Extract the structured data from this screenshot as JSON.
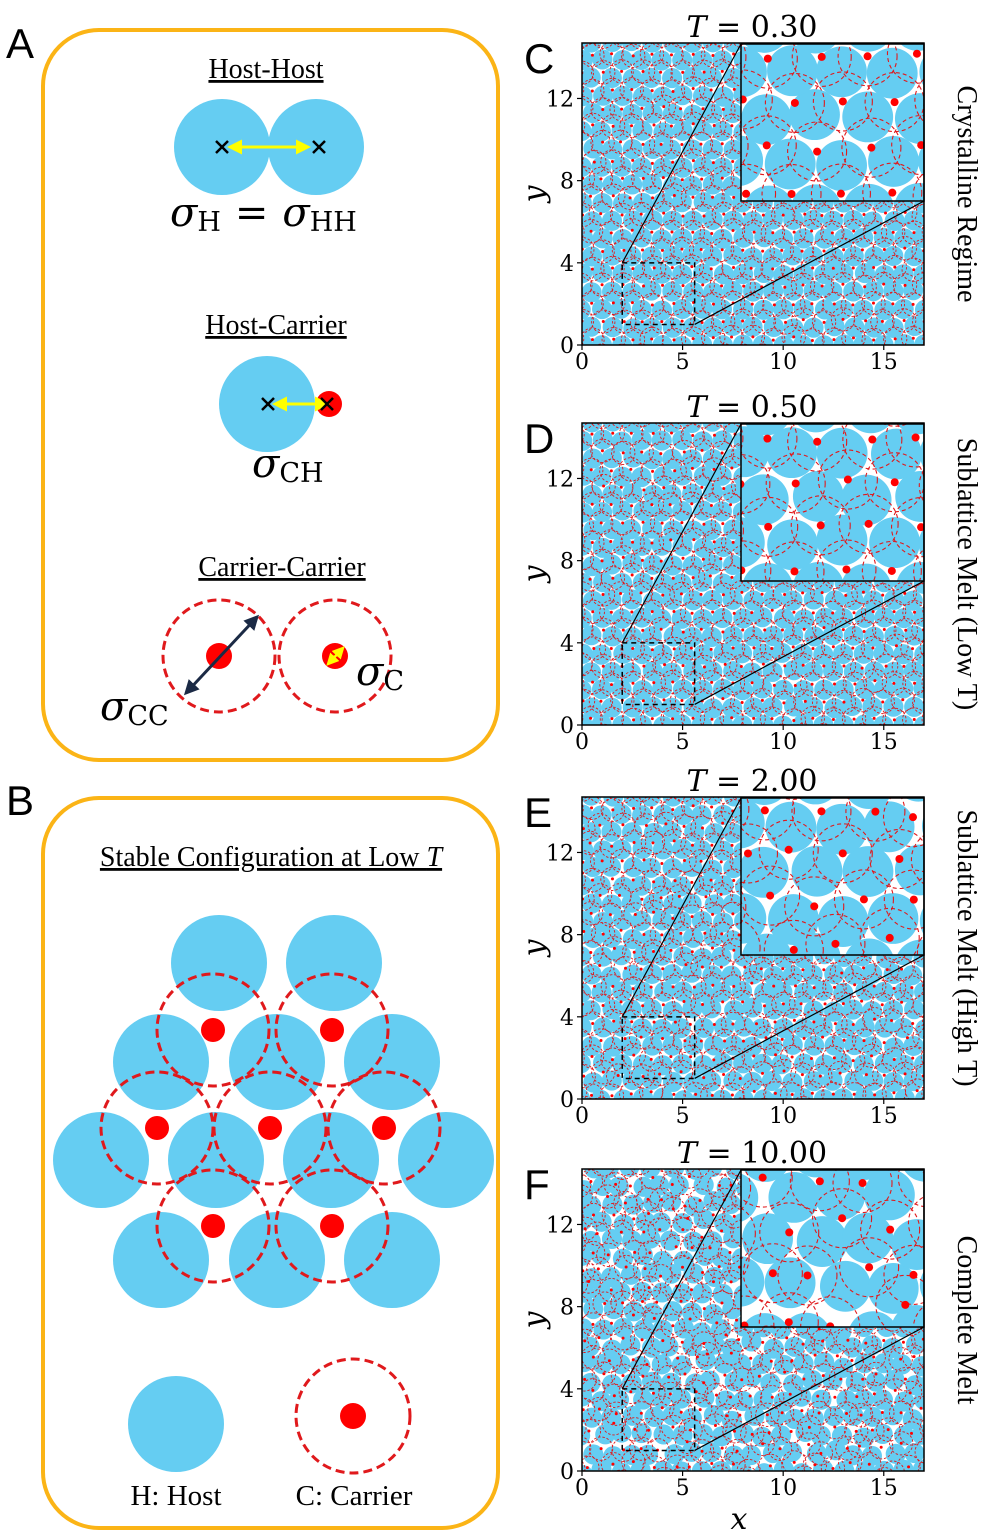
{
  "colors": {
    "host": "#65cdf2",
    "carrier": "#ff0000",
    "carrier_dashed": "#e0191c",
    "frame": "#fbb416",
    "arrow_yellow": "#ffff00",
    "arrow_dark": "#1b2a45"
  },
  "panel_a": {
    "letter": "A",
    "host_host_title": "Host-Host",
    "sigma_h": "σ",
    "sigma_h_sub": "H",
    "equals": "=",
    "sigma_hh": "σ",
    "sigma_hh_sub": "HH",
    "host_carrier_title": "Host-Carrier",
    "sigma_ch": "σ",
    "sigma_ch_sub": "CH",
    "carrier_carrier_title": "Carrier-Carrier",
    "sigma_cc": "σ",
    "sigma_cc_sub": "CC",
    "sigma_c": "σ",
    "sigma_c_sub": "C"
  },
  "panel_b": {
    "letter": "B",
    "title_prefix": "Stable Configuration at Low ",
    "title_var": "T",
    "legend_host": "H: Host",
    "legend_carrier": "C: Carrier"
  },
  "chart_data": [
    {
      "type": "scatter",
      "letter": "C",
      "title_var": "T",
      "title_eq": " = 0.30",
      "temperature": 0.3,
      "side_label": "Crystalline Regime",
      "xlim": [
        0,
        17
      ],
      "ylim": [
        0,
        14.7
      ],
      "x_ticks": [
        0,
        5,
        10,
        15
      ],
      "y_ticks": [
        0,
        4,
        8,
        12
      ],
      "ylabel": "y",
      "xlabel": "",
      "zoom_region": {
        "x": [
          2,
          5.6
        ],
        "y": [
          1,
          4
        ]
      }
    },
    {
      "type": "scatter",
      "letter": "D",
      "title_var": "T",
      "title_eq": " = 0.50",
      "temperature": 0.5,
      "side_label": "Sublattice Melt (Low T)",
      "xlim": [
        0,
        17
      ],
      "ylim": [
        0,
        14.7
      ],
      "x_ticks": [
        0,
        5,
        10,
        15
      ],
      "y_ticks": [
        0,
        4,
        8,
        12
      ],
      "ylabel": "y",
      "xlabel": "",
      "zoom_region": {
        "x": [
          2,
          5.6
        ],
        "y": [
          1,
          4
        ]
      }
    },
    {
      "type": "scatter",
      "letter": "E",
      "title_var": "T",
      "title_eq": " = 2.00",
      "temperature": 2.0,
      "side_label": "Sublattice Melt (High T)",
      "xlim": [
        0,
        17
      ],
      "ylim": [
        0,
        14.7
      ],
      "x_ticks": [
        0,
        5,
        10,
        15
      ],
      "y_ticks": [
        0,
        4,
        8,
        12
      ],
      "ylabel": "y",
      "xlabel": "",
      "zoom_region": {
        "x": [
          2,
          5.6
        ],
        "y": [
          1,
          4
        ]
      }
    },
    {
      "type": "scatter",
      "letter": "F",
      "title_var": "T",
      "title_eq": " = 10.00",
      "temperature": 10.0,
      "side_label": "Complete Melt",
      "xlim": [
        0,
        17
      ],
      "ylim": [
        0,
        14.7
      ],
      "x_ticks": [
        0,
        5,
        10,
        15
      ],
      "y_ticks": [
        0,
        4,
        8,
        12
      ],
      "ylabel": "y",
      "xlabel": "x",
      "zoom_region": {
        "x": [
          2,
          5.6
        ],
        "y": [
          1,
          4
        ]
      }
    }
  ]
}
